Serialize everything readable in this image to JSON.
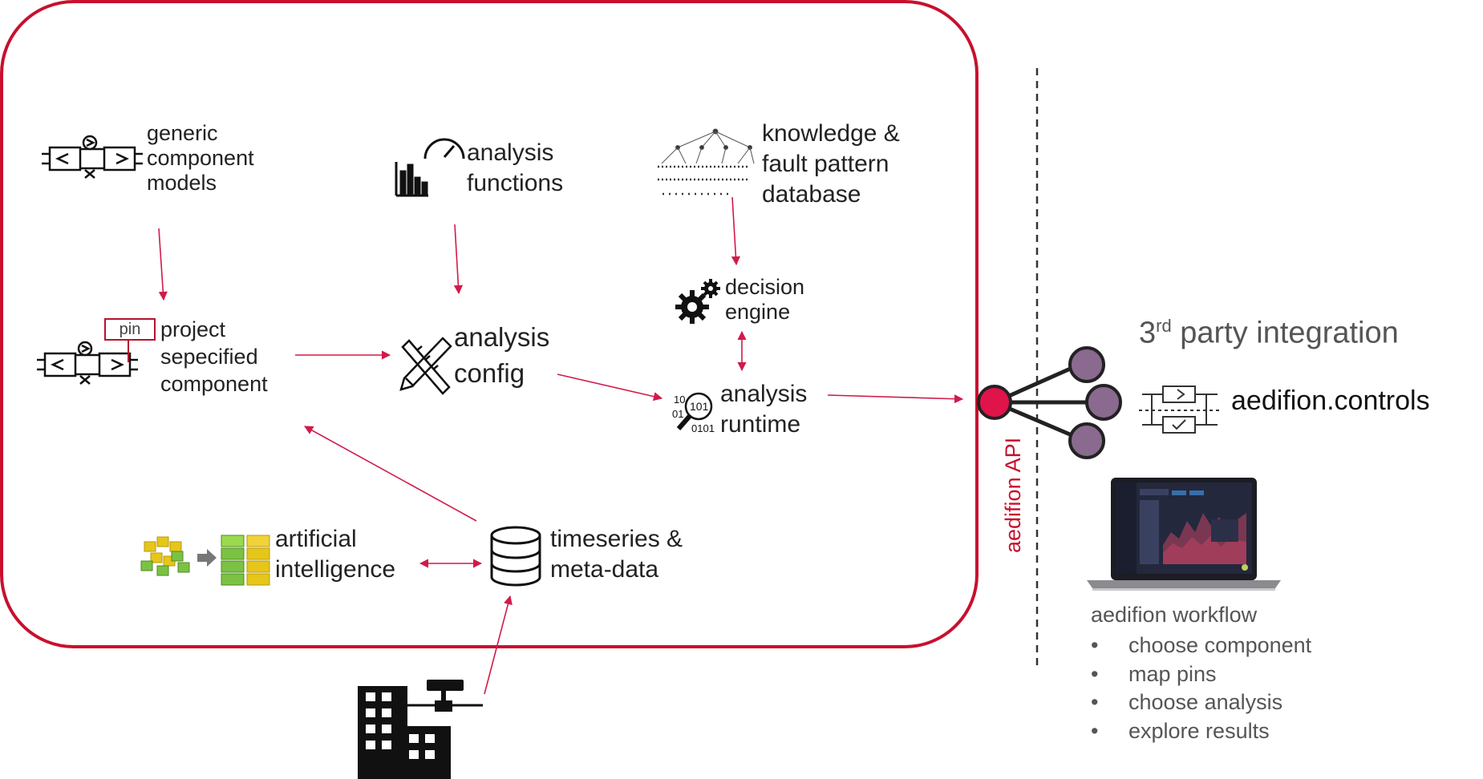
{
  "nodes": {
    "generic_models": [
      "generic",
      "component",
      "models"
    ],
    "analysis_functions": [
      "analysis",
      "functions"
    ],
    "knowledge_db": [
      "knowledge &",
      "fault pattern",
      "database"
    ],
    "decision_engine": [
      "decision",
      "engine"
    ],
    "project_component": [
      "project",
      "sepecified",
      "component"
    ],
    "pin_label": "pin",
    "analysis_config": [
      "analysis",
      "config"
    ],
    "analysis_runtime": [
      "analysis",
      "runtime"
    ],
    "ai": [
      "artificial",
      "intelligence"
    ],
    "timeseries": [
      "timeseries &",
      "meta-data"
    ]
  },
  "runtime_icon_bits": [
    "10",
    "01",
    "101",
    "0101"
  ],
  "api_label": "aedifion API",
  "third_party": {
    "prefix": "3",
    "sup": "rd",
    "rest": " party integration"
  },
  "controls_label": "aedifion.controls",
  "workflow": {
    "title": "aedifion workflow",
    "bullet": "•",
    "items": [
      "choose component",
      "map pins",
      "choose analysis",
      "explore results"
    ]
  },
  "colors": {
    "accent": "#c8102e",
    "arrow": "#d11a4a",
    "node_purple": "#8a6a8f",
    "ai_green": "#7cc242",
    "ai_yellow": "#e6c619"
  }
}
